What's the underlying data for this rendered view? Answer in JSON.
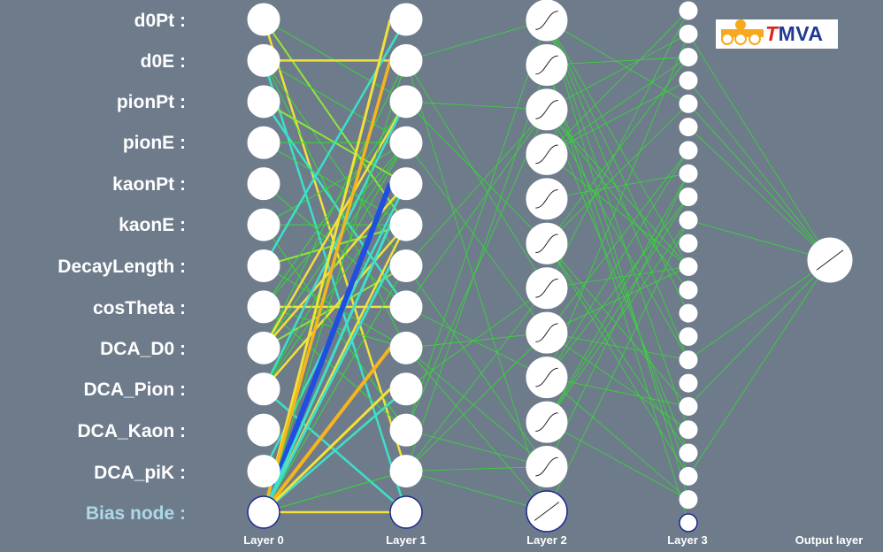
{
  "diagram": {
    "input_labels": [
      "d0Pt :",
      "d0E :",
      "pionPt :",
      "pionE :",
      "kaonPt :",
      "kaonE :",
      "DecayLength :",
      "cosTheta :",
      "DCA_D0 :",
      "DCA_Pion :",
      "DCA_Kaon :",
      "DCA_piK :",
      "Bias node :"
    ],
    "layer_labels": [
      "Layer 0",
      "Layer 1",
      "Layer 2",
      "Layer 3",
      "Output layer"
    ],
    "layer_sizes": [
      13,
      13,
      12,
      23,
      1
    ],
    "logo_text": "MVA",
    "logo_letter": "T"
  },
  "colors": {
    "background": "#6e7b8b",
    "node": "#ffffff",
    "bias_node_outline": "#1e2a8f",
    "bias_label": "#add8e6",
    "weight_strong_negative": "#1f4fe0",
    "weight_neutral": "#33dd33",
    "weight_positive": "#f2e13a",
    "weight_strong_positive": "#f5b51e",
    "logo_blue": "#1f3a93",
    "logo_red": "#e02020",
    "logo_orange": "#f7a81c"
  }
}
